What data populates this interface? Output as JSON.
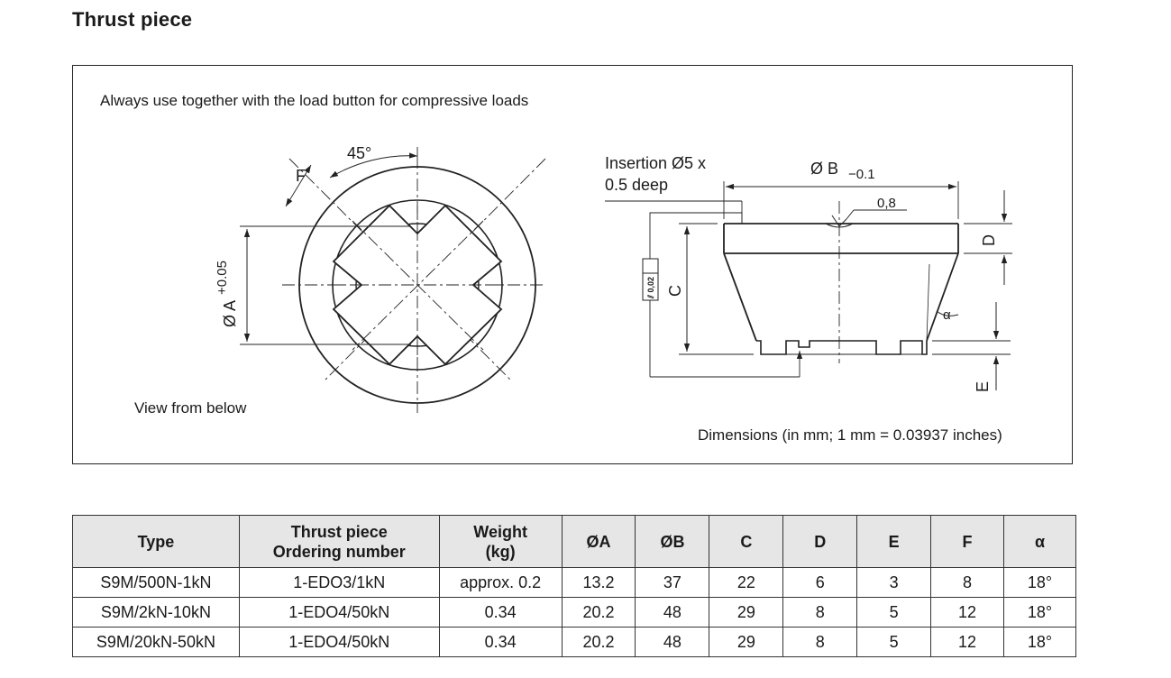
{
  "title": "Thrust piece",
  "drawing": {
    "usage_note": "Always use together with the load button for compressive loads",
    "view_label": "View from below",
    "dimensions_note": "Dimensions (in mm; 1 mm = 0.03937 inches)",
    "labels": {
      "angle_45": "45°",
      "f": "F",
      "a_main": "Ø A",
      "a_tol": "+0.05",
      "insertion_line1": "Insertion Ø5 x",
      "insertion_line2": "0.5 deep",
      "b_main": "Ø B",
      "b_tol": "−0.1",
      "roughness": "0,8",
      "parallelism": "⫽ 0,02",
      "c": "C",
      "d": "D",
      "e": "E",
      "alpha": "α"
    }
  },
  "table": {
    "headers": {
      "type": "Type",
      "order_line1": "Thrust piece",
      "order_line2": "Ordering number",
      "weight_line1": "Weight",
      "weight_line2": "(kg)",
      "a": "ØA",
      "b": "ØB",
      "c": "C",
      "d": "D",
      "e": "E",
      "f": "F",
      "alpha": "α"
    },
    "rows": [
      {
        "type": "S9M/500N-1kN",
        "order": "1-EDO3/1kN",
        "weight": "approx. 0.2",
        "a": "13.2",
        "b": "37",
        "c": "22",
        "d": "6",
        "e": "3",
        "f": "8",
        "alpha": "18°"
      },
      {
        "type": "S9M/2kN-10kN",
        "order": "1-EDO4/50kN",
        "weight": "0.34",
        "a": "20.2",
        "b": "48",
        "c": "29",
        "d": "8",
        "e": "5",
        "f": "12",
        "alpha": "18°"
      },
      {
        "type": "S9M/20kN-50kN",
        "order": "1-EDO4/50kN",
        "weight": "0.34",
        "a": "20.2",
        "b": "48",
        "c": "29",
        "d": "8",
        "e": "5",
        "f": "12",
        "alpha": "18°"
      }
    ]
  }
}
